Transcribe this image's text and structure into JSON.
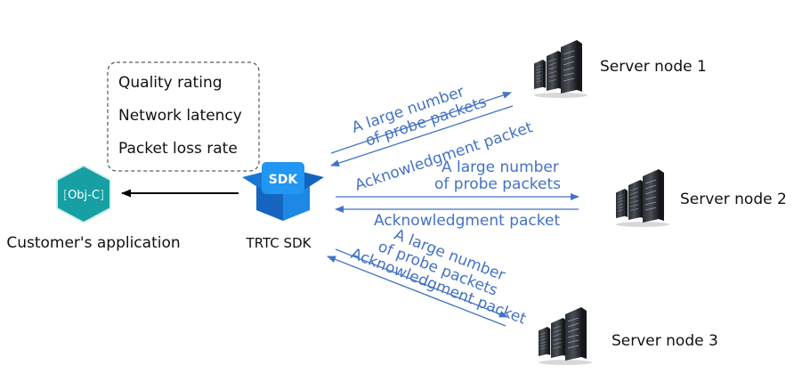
{
  "metrics_box": {
    "items": [
      "Quality rating",
      "Network latency",
      "Packet loss rate"
    ]
  },
  "customer_app": {
    "icon_text": "[Obj-C]",
    "icon_inner": "Obj-C",
    "label": "Customer's application"
  },
  "sdk": {
    "icon_text": "SDK",
    "label": "TRTC SDK"
  },
  "servers": [
    {
      "label": "Server node 1"
    },
    {
      "label": "Server node 2"
    },
    {
      "label": "Server node 3"
    }
  ],
  "flows": [
    {
      "probe_line1": "A large number",
      "probe_line2": "of probe packets",
      "ack": "Acknowledgment packet"
    },
    {
      "probe_line1": "A large number",
      "probe_line2": "of probe packets",
      "ack": "Acknowledgment packet"
    },
    {
      "probe_line1": "A large number",
      "probe_line2": "of probe packets",
      "ack": "Acknowledgment packet"
    }
  ],
  "colors": {
    "flow_blue": "#4472c4",
    "app_teal": "#16a0a3",
    "sdk_blue": "#1e88e5"
  }
}
